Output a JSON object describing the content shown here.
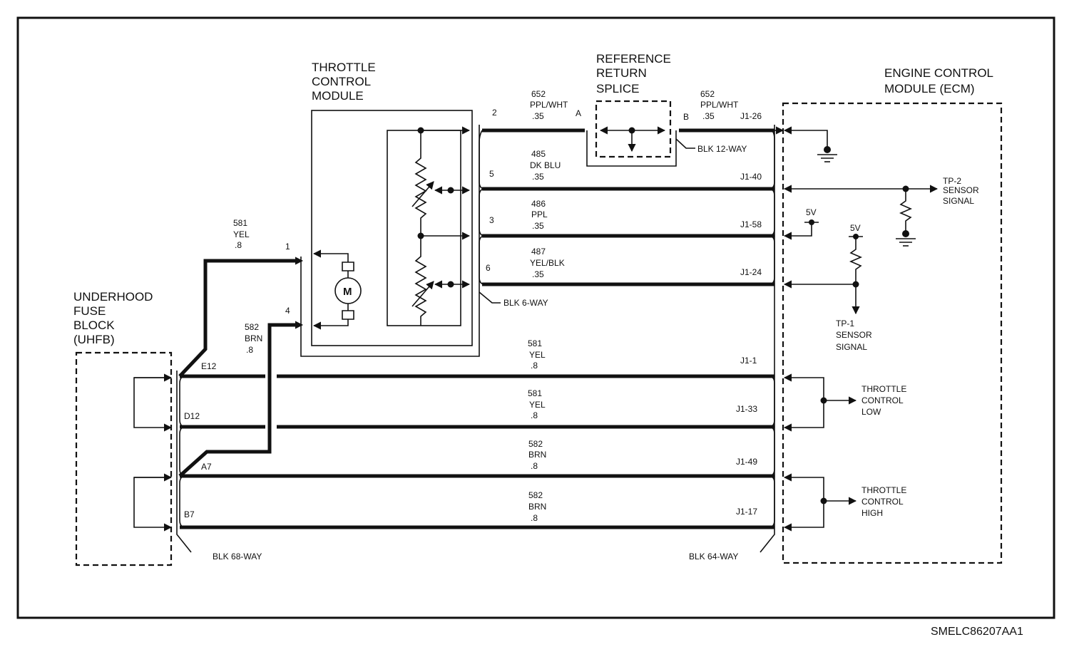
{
  "components": {
    "throttle_module": [
      "THROTTLE",
      "CONTROL",
      "MODULE"
    ],
    "ref_splice": [
      "REFERENCE",
      "RETURN",
      "SPLICE"
    ],
    "ecm": [
      "ENGINE CONTROL",
      "MODULE (ECM)"
    ],
    "uhfb": [
      "UNDERHOOD",
      "FUSE",
      "BLOCK",
      "(UHFB)"
    ],
    "motor_symbol": "M"
  },
  "upper_wires": [
    {
      "pin": "2",
      "circuit": "652",
      "color": "PPL/WHT",
      "gauge": ".35",
      "ecm_pin": "J1-26"
    },
    {
      "pin": "5",
      "circuit": "485",
      "color": "DK BLU",
      "gauge": ".35",
      "ecm_pin": "J1-40"
    },
    {
      "pin": "3",
      "circuit": "486",
      "color": "PPL",
      "gauge": ".35",
      "ecm_pin": "J1-58"
    },
    {
      "pin": "6",
      "circuit": "487",
      "color": "YEL/BLK",
      "gauge": ".35",
      "ecm_pin": "J1-24"
    }
  ],
  "splice": {
    "pin_a": "A",
    "pin_b": "B",
    "out_circuit": "652",
    "out_color": "PPL/WHT",
    "out_gauge": ".35"
  },
  "tcm_power": [
    {
      "pin": "1",
      "circuit": "581",
      "color": "YEL",
      "gauge": ".8"
    },
    {
      "pin": "4",
      "circuit": "582",
      "color": "BRN",
      "gauge": ".8"
    }
  ],
  "lower_wires": [
    {
      "fuse_pin": "E12",
      "circuit": "581",
      "color": "YEL",
      "gauge": ".8",
      "ecm_pin": "J1-1"
    },
    {
      "fuse_pin": "D12",
      "circuit": "581",
      "color": "YEL",
      "gauge": ".8",
      "ecm_pin": "J1-33"
    },
    {
      "fuse_pin": "A7",
      "circuit": "582",
      "color": "BRN",
      "gauge": ".8",
      "ecm_pin": "J1-49"
    },
    {
      "fuse_pin": "B7",
      "circuit": "582",
      "color": "BRN",
      "gauge": ".8",
      "ecm_pin": "J1-17"
    }
  ],
  "connectors": {
    "c12": "BLK 12-WAY",
    "c6": "BLK 6-WAY",
    "c68": "BLK 68-WAY",
    "c64": "BLK 64-WAY"
  },
  "ecm_signals": {
    "tp2": [
      "TP-2",
      "SENSOR",
      "SIGNAL"
    ],
    "tp1": [
      "TP-1",
      "SENSOR",
      "SIGNAL"
    ],
    "v5": "5V",
    "tc_low": [
      "THROTTLE",
      "CONTROL",
      "LOW"
    ],
    "tc_high": [
      "THROTTLE",
      "CONTROL",
      "HIGH"
    ]
  },
  "figure_id": "SMELC86207AA1"
}
